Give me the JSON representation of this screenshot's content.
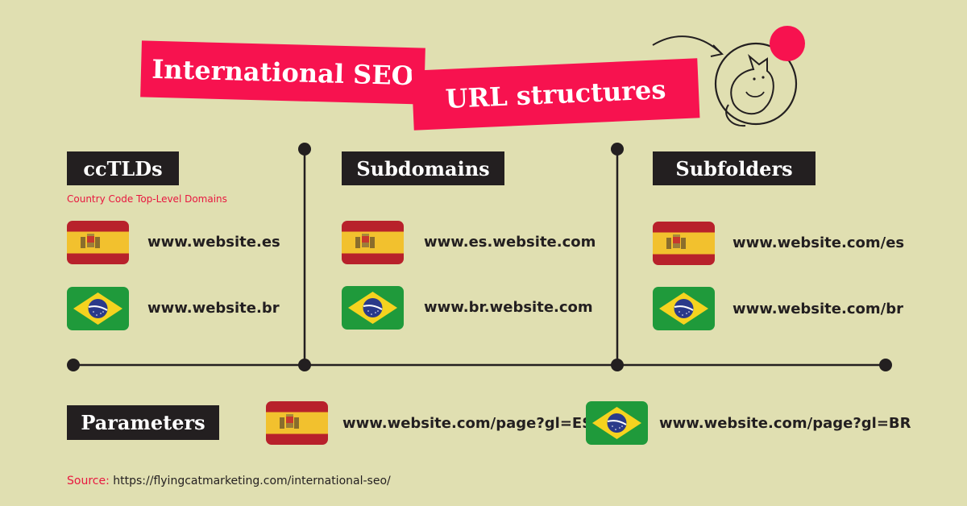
{
  "title": {
    "part1": "International SEO",
    "part2": "URL structures"
  },
  "columns": [
    {
      "label": "ccTLDs",
      "subtitle": "Country Code Top-Level Domains",
      "spain_url": "www.website.es",
      "brazil_url": "www.website.br"
    },
    {
      "label": "Subdomains",
      "spain_url": "www.es.website.com",
      "brazil_url": "www.br.website.com"
    },
    {
      "label": "Subfolders",
      "spain_url": "www.website.com/es",
      "brazil_url": "www.website.com/br"
    }
  ],
  "parameters": {
    "label": "Parameters",
    "spain_url": "www.website.com/page?gl=ES",
    "brazil_url": "www.website.com/page?gl=BR"
  },
  "source": {
    "label": "Source:",
    "url": "https://flyingcatmarketing.com/international-seo/"
  },
  "icons": [
    "spain-flag-icon",
    "brazil-flag-icon",
    "cat-illustration-icon",
    "arrow-icon"
  ],
  "colors": {
    "background": "#e0dfb1",
    "accent": "#f7124f",
    "dark": "#231f20",
    "spain_red": "#b8212b",
    "spain_yellow": "#f2c12e",
    "brazil_green": "#1f9a3b",
    "brazil_yellow": "#f5d31f",
    "brazil_blue": "#2a3a8a"
  }
}
